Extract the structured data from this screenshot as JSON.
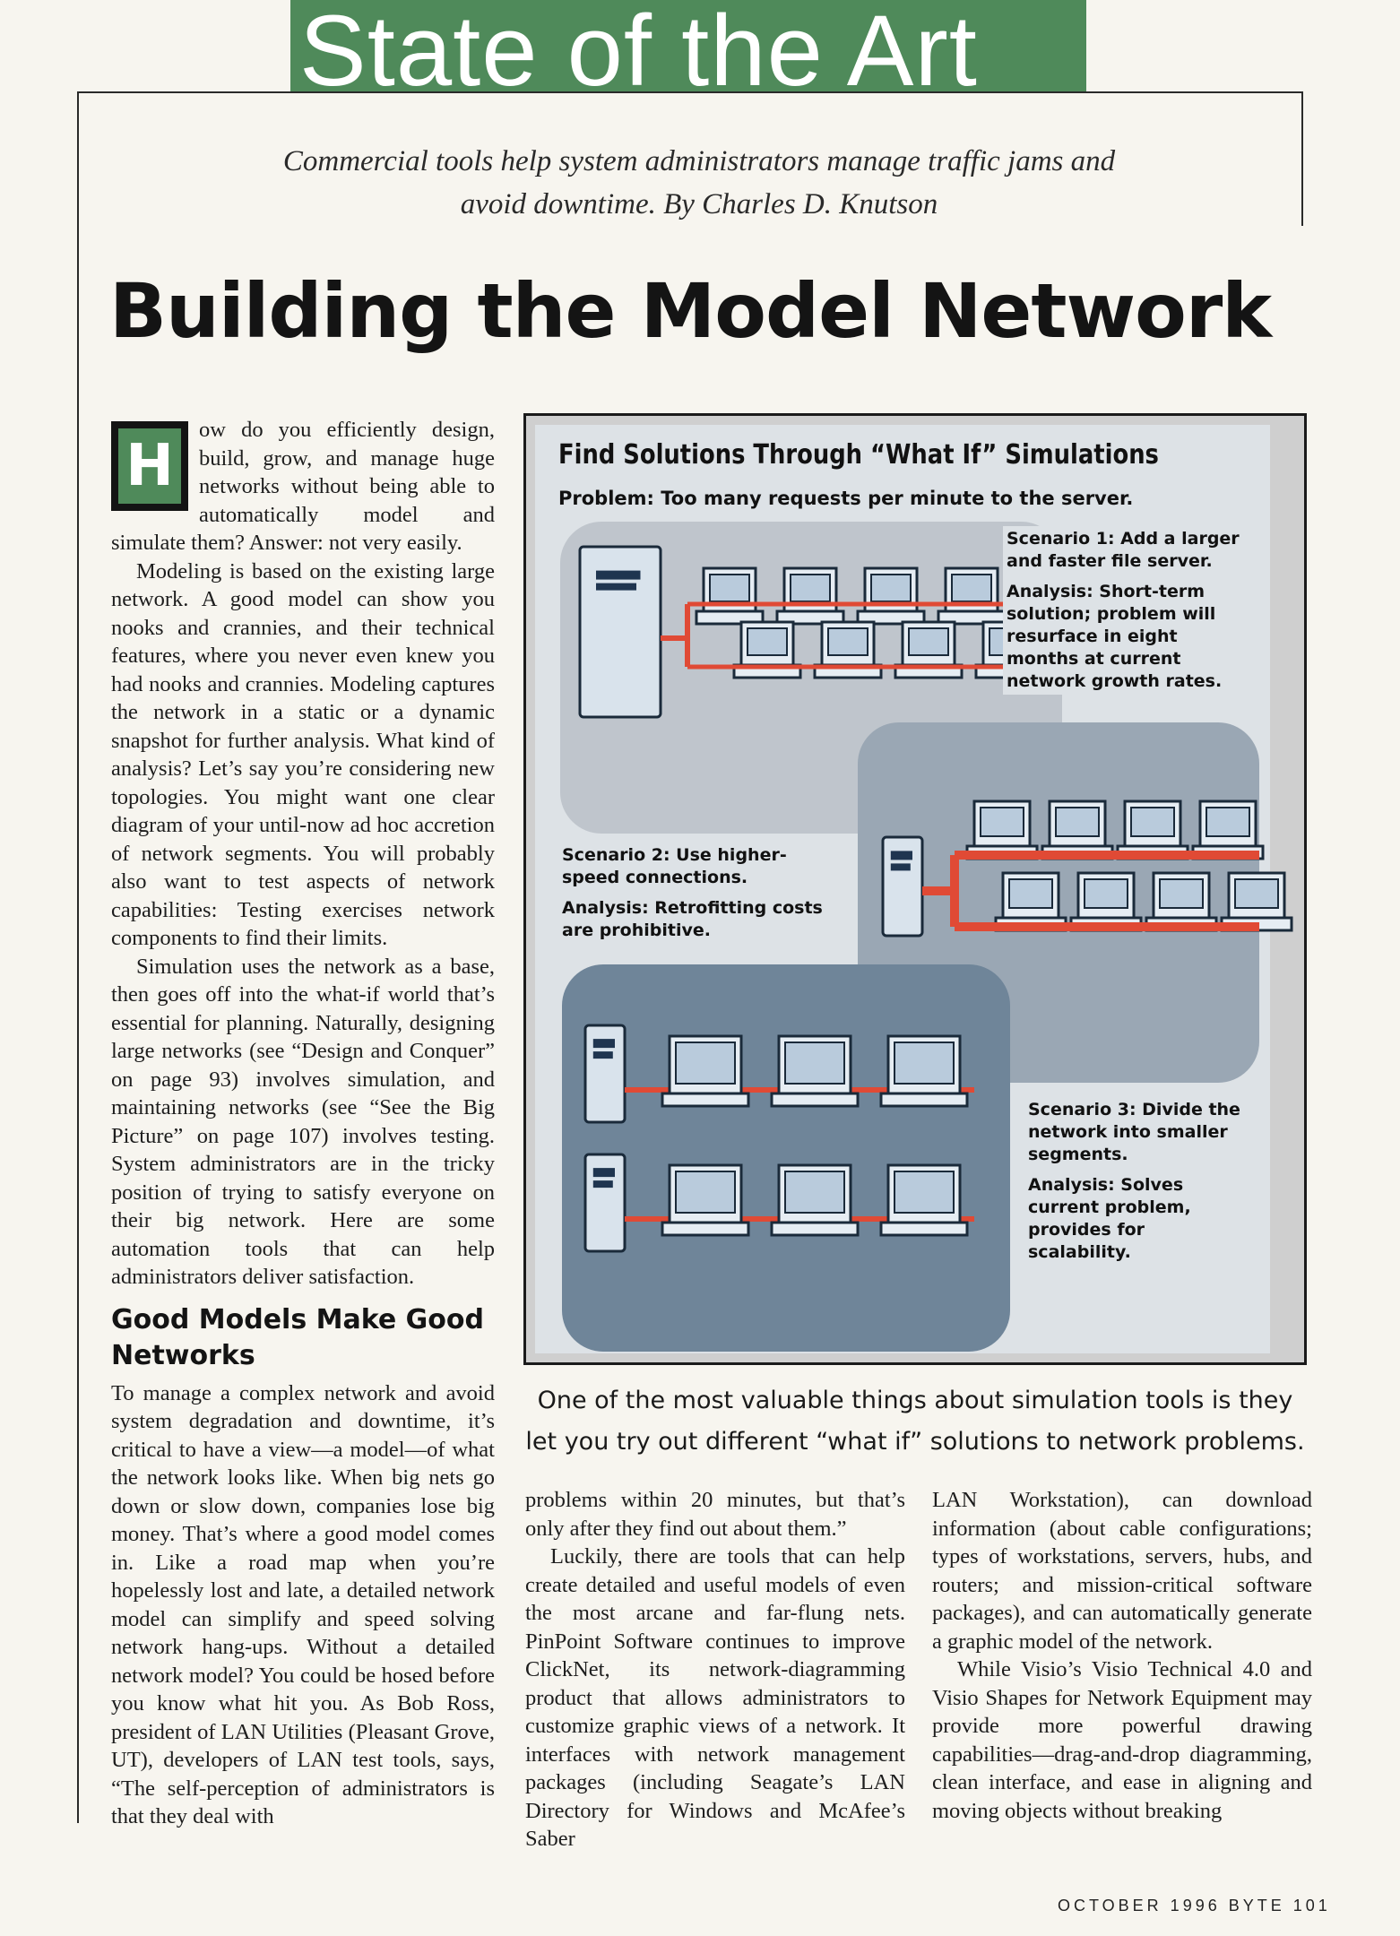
{
  "section_label": "State of the Art",
  "deck": "Commercial tools help system administrators manage traffic jams and avoid downtime.  By Charles D. Knutson",
  "headline": "Building the Model Network",
  "col1": {
    "dropcap": "H",
    "p1": "ow do you efficiently design, build, grow, and manage huge networks without being able to automatically model and simulate them? Answer: not very easily.",
    "p2": "Modeling is based on the existing large network. A good model can show you nooks and crannies, and their technical features, where you never even knew you had nooks and crannies. Modeling captures the network in a static or a dynamic snapshot for further analysis. What kind of analysis? Let’s say you’re considering new topologies. You might want one clear diagram of your until-now ad hoc accretion of network segments. You will probably also want to test aspects of network capabilities: Testing exercises network components to find their limits.",
    "p3": "Simulation uses the network as a base, then goes off into the what-if world that’s essential for planning. Naturally, designing large networks (see “Design and Conquer” on page 93) involves simulation, and maintaining networks (see “See the Big Picture” on page 107) involves testing. System administrators are in the tricky position of trying to satisfy everyone on their big network. Here are some automation tools that can help administrators deliver satisfaction.",
    "subhead": "Good Models Make Good Networks",
    "p4": "To manage a complex network and avoid system degradation and downtime, it’s critical to have a view—a model—of what the network looks like. When big nets go down or slow down, companies lose big money. That’s where a good model comes in. Like a road map when you’re hopelessly lost and late, a detailed network model can simplify and speed solving network hang-ups. Without a detailed network model? You could be hosed before you know what hit you. As Bob Ross, president of LAN Utilities (Pleasant Grove, UT), developers of LAN test tools, says, “The self-perception of administrators is that they deal with"
  },
  "col2": {
    "p1": "problems within 20 minutes, but that’s only after they find out about them.”",
    "p2": "Luckily, there are tools that can help create detailed and useful models of even the most arcane and far-flung nets. PinPoint Software continues to improve ClickNet, its network-diagramming product that allows administrators to customize graphic views of a network. It interfaces with network management packages (including Seagate’s LAN Directory for Windows and McAfee’s Saber"
  },
  "col3": {
    "p1": "LAN Workstation), can download information (about cable configurations; types of workstations, servers, hubs, and routers; and mission-critical software packages), and can automatically generate a graphic model of the network.",
    "p2": "While Visio’s Visio Technical 4.0 and Visio Shapes for Network Equipment may provide more powerful drawing capabilities—drag-and-drop diagramming, clean interface, and ease in aligning and moving objects without breaking"
  },
  "figure": {
    "title": "Find Solutions Through “What If” Simulations",
    "problem": "Problem: Too many requests per minute to the server.",
    "scenario1": "Scenario 1: Add a larger and faster file server.",
    "analysis1": "Analysis: Short-term solution; problem will resurface in eight months at current network growth rates.",
    "scenario2": "Scenario 2: Use higher-speed connections.",
    "analysis2": "Analysis: Retrofitting costs are prohibitive.",
    "scenario3": "Scenario 3: Divide the network into smaller segments.",
    "analysis3": "Analysis: Solves current problem, provides for scalability.",
    "colors": {
      "panel1": "#bfc5cc",
      "panel2": "#9aa7b4",
      "panel3": "#6f8599",
      "link": "#e04a35",
      "screen": "#b9cbdc"
    }
  },
  "caption": "One of the most valuable things about simulation tools is they let you try out different “what if” solutions to network problems.",
  "footer": "OCTOBER 1996 BYTE 101"
}
